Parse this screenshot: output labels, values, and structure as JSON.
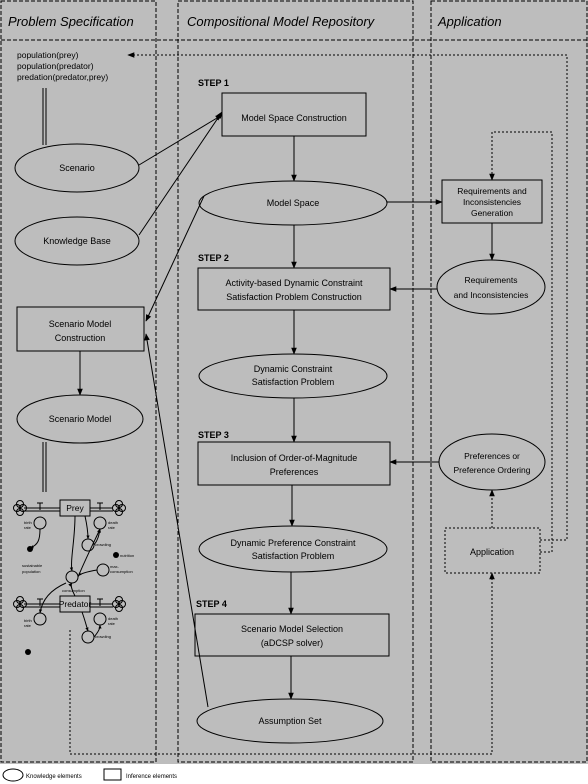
{
  "panels": {
    "left": {
      "title": "Problem Specification"
    },
    "middle": {
      "title": "Compositional Model Repository"
    },
    "right": {
      "title": "Application"
    }
  },
  "facts": [
    "population(prey)",
    "population(predator)",
    "predation(predator,prey)"
  ],
  "nodes": {
    "scenario": "Scenario",
    "knowledge_base": "Knowledge Base",
    "scenario_model_construction": [
      "Scenario Model",
      "Construction"
    ],
    "scenario_model": "Scenario Model",
    "model_space_construction": "Model Space Construction",
    "model_space": "Model Space",
    "adcsp_construction": [
      "Activity-based Dynamic Constraint",
      "Satisfaction Problem Construction"
    ],
    "dcsp": [
      "Dynamic Constraint",
      "Satisfaction Problem"
    ],
    "inclusion_preferences": [
      "Inclusion of Order-of-Magnitude",
      "Preferences"
    ],
    "dpcsp": [
      "Dynamic Preference Constraint",
      "Satisfaction Problem"
    ],
    "scenario_model_selection": [
      "Scenario Model Selection",
      "(aDCSP solver)"
    ],
    "assumption_set": "Assumption Set",
    "req_generation": [
      "Requirements and",
      "Inconsistencies",
      "Generation"
    ],
    "requirements": [
      "Requirements",
      "and Inconsistencies"
    ],
    "preferences": [
      "Preferences or",
      "Preference Ordering"
    ],
    "application": "Application"
  },
  "steps": [
    "STEP 1",
    "STEP 2",
    "STEP 3",
    "STEP 4"
  ],
  "model_diagram": {
    "prey": "Prey",
    "predator": "Predator",
    "birth_rate": [
      "birth",
      "rate"
    ],
    "death_rate": [
      "death",
      "rate"
    ],
    "crowding": "crowding",
    "nutrition": "nutrition",
    "consumption": "consumption",
    "max_consumption": [
      "max-",
      "consumption"
    ],
    "nutritionally_sustainable": [
      "sustainable",
      "population"
    ]
  },
  "legend": {
    "knowledge": "Knowledge elements",
    "inference": "Inference elements"
  },
  "colors": {
    "background": "#bdbdbd",
    "stroke": "#000000",
    "page": "#ffffff"
  }
}
